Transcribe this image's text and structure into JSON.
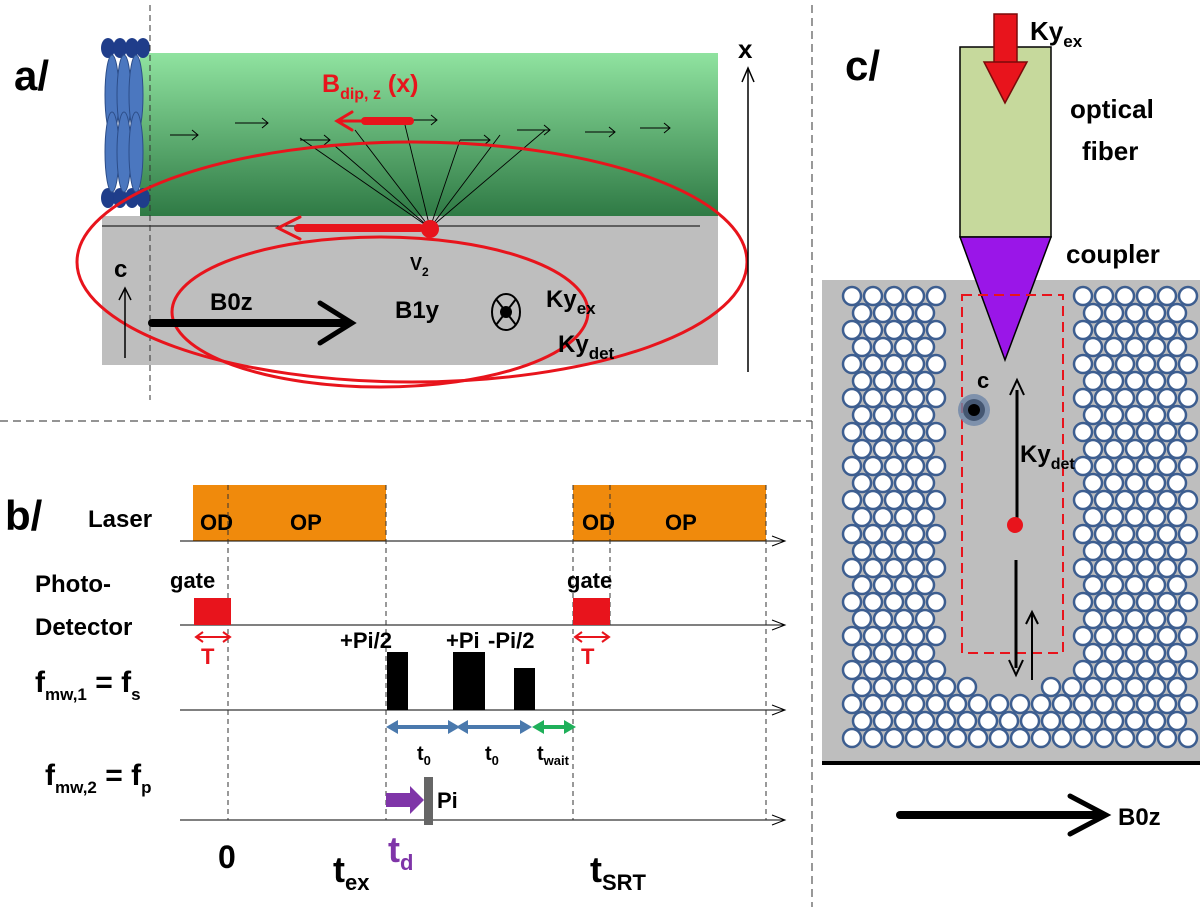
{
  "colors": {
    "green_top": "#90e3a0",
    "green_bottom": "#2f7a45",
    "gray": "#bebebe",
    "red": "#e8141c",
    "orange": "#f08a0c",
    "purple": "#7f35a8",
    "blue_arrow": "#4a79ad",
    "green_arrow": "#1fb05a",
    "fiber": "#c6d99c",
    "coupler": "#9a16e8",
    "circle_stroke": "#3d5e90"
  },
  "panel_a": {
    "label": "a/",
    "bdip_main": "B",
    "bdip_sub": "dip, z",
    "bdip_tail": " (x)",
    "v_main": "V",
    "v_sub": "2",
    "c_axis": "c",
    "x_axis": "x",
    "b0z": "B0z",
    "b1y": "B1y",
    "ky_ex_main": "Ky",
    "ky_ex_sub": "ex",
    "ky_det_main": "Ky",
    "ky_det_sub": "det"
  },
  "panel_b": {
    "label": "b/",
    "laser": "Laser",
    "od": "OD",
    "op": "OP",
    "photo1": "Photo-",
    "photo2": "Detector",
    "gate": "gate",
    "T": "T",
    "fmw1_main": "f",
    "fmw1_sub": "mw,1",
    "fmw1_eq": " = f",
    "fmw1_eq_sub": "s",
    "fmw2_main": "f",
    "fmw2_sub": "mw,2",
    "fmw2_eq": " = f",
    "fmw2_eq_sub": "p",
    "pulse1": "+Pi/2",
    "pulse2": "+Pi",
    "pulse3": "-Pi/2",
    "pi": "Pi",
    "t0_main": "t",
    "t0_sub": "0",
    "twait_main": "t",
    "twait_sub": "wait",
    "zero": "0",
    "tex_main": "t",
    "tex_sub": "ex",
    "td_main": "t",
    "td_sub": "d",
    "tsrt_main": "t",
    "tsrt_sub": "SRT"
  },
  "panel_c": {
    "label": "c/",
    "ky_ex_main": "Ky",
    "ky_ex_sub": "ex",
    "optical": "optical",
    "fiber": "fiber",
    "coupler": "coupler",
    "c": "c",
    "ky_det_main": "Ky",
    "ky_det_sub": "det",
    "b0z": "B0z"
  }
}
